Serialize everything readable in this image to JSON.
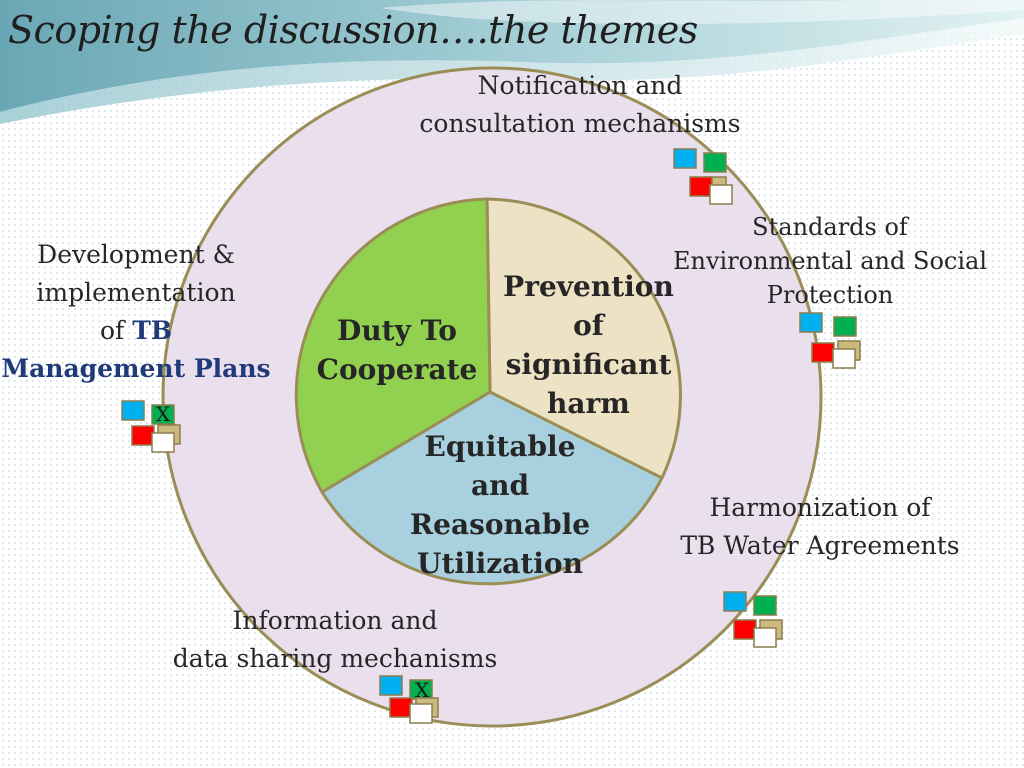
{
  "slide": {
    "title": "Scoping the discussion….the themes",
    "colors": {
      "outer_ring": "#eadfed",
      "outer_ring_border": "#9b8d56",
      "duty_segment": "#92d050",
      "prevention_segment": "#ede2c4",
      "utilization_segment": "#a9d0df",
      "tb_highlight": "#1f3a78"
    }
  },
  "core": {
    "duty": [
      "Duty To",
      "Cooperate"
    ],
    "prevention": [
      "Prevention",
      "of",
      "significant",
      "harm"
    ],
    "utilization": [
      "Equitable",
      "and",
      "Reasonable",
      "Utilization"
    ]
  },
  "themes": {
    "notification": [
      "Notification and",
      "consultation mechanisms"
    ],
    "standards": [
      "Standards of",
      "Environmental and Social",
      "Protection"
    ],
    "development": {
      "line1": "Development &",
      "line2": "implementation",
      "line3_prefix": "of ",
      "line3_tb": "TB",
      "line4": "Management Plans"
    },
    "harmonization": [
      "Harmonization of",
      "TB Water Agreements"
    ],
    "information": [
      "Information and",
      "data sharing mechanisms"
    ]
  },
  "markers": {
    "x_mark": "X",
    "icon_colors": [
      "#00b0f0",
      "#00b050",
      "#ff0000",
      "#ffffff",
      "#cbb97e"
    ]
  }
}
